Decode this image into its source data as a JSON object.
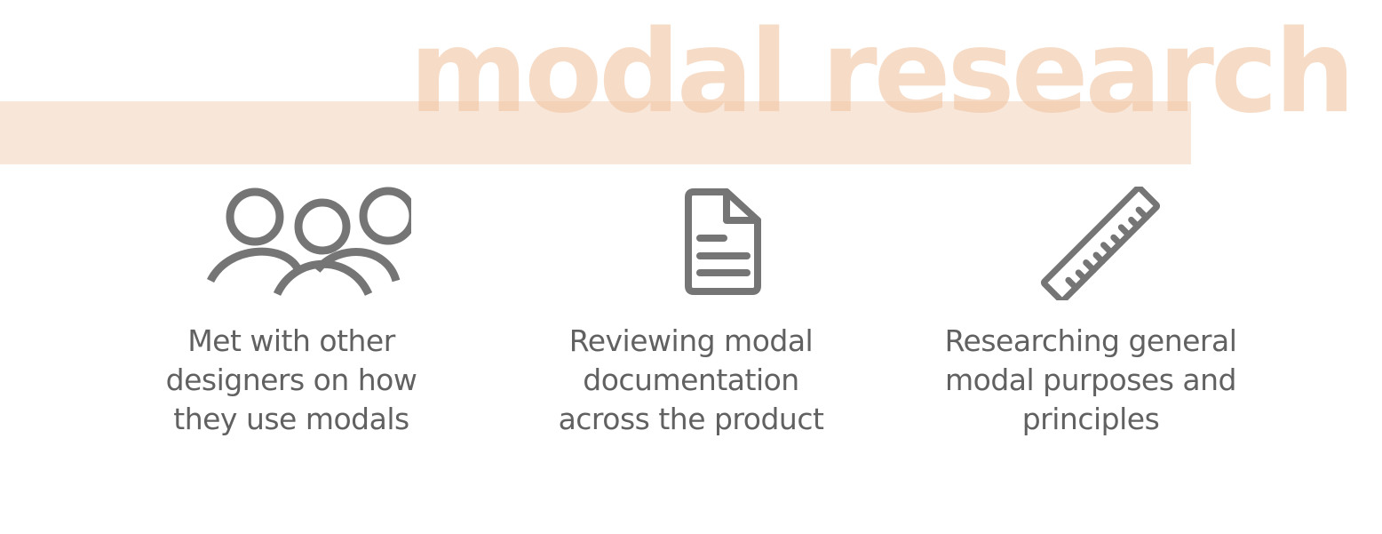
{
  "title": "modal research",
  "colors": {
    "band": "#f8e6d8",
    "title": "#f2c7a5",
    "icon": "#757575",
    "text": "#616161"
  },
  "items": [
    {
      "icon": "people-group-icon",
      "lines": [
        "Met with other",
        "designers on how",
        "they use modals"
      ]
    },
    {
      "icon": "document-icon",
      "lines": [
        "Reviewing modal",
        "documentation",
        "across the product"
      ]
    },
    {
      "icon": "ruler-icon",
      "lines": [
        "Researching general",
        "modal purposes and",
        "principles"
      ]
    }
  ]
}
